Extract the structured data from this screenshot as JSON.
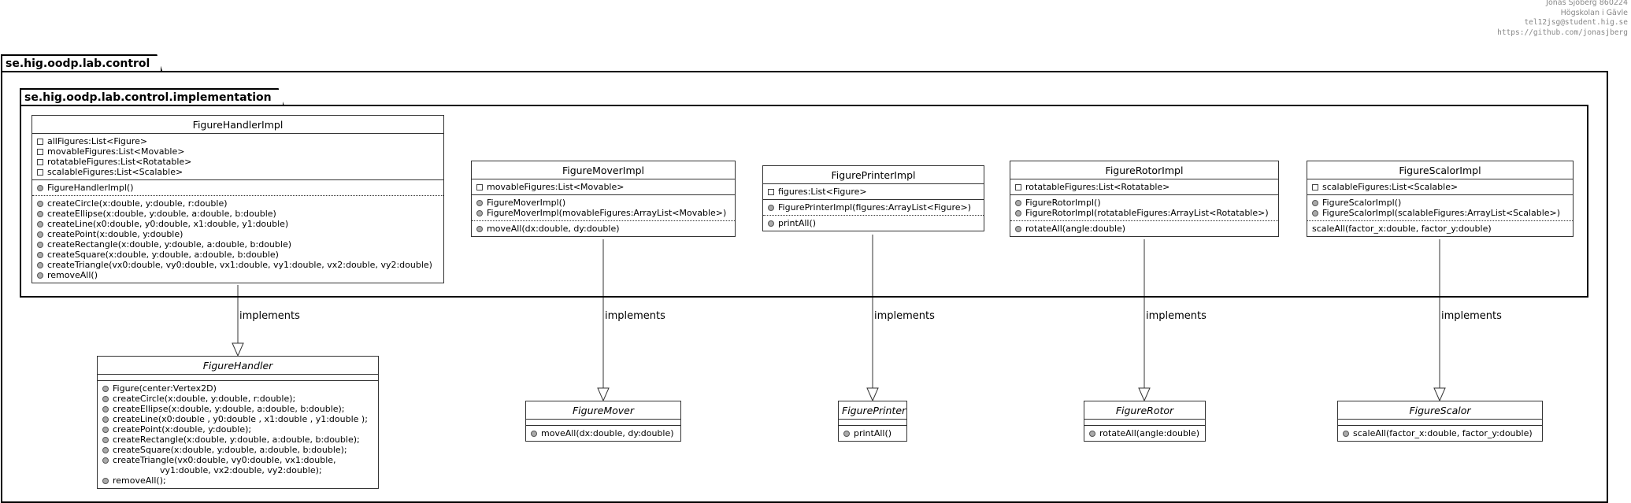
{
  "header": {
    "author": "Jonas Sjöberg 860224",
    "school": "Högskolan i Gävle",
    "email": "tel12jsg@student.hig.se",
    "url": "https://github.com/jonasjberg"
  },
  "packages": {
    "outer": "se.hig.oodp.lab.control",
    "inner": "se.hig.oodp.lab.control.implementation"
  },
  "relation_label": "implements",
  "classes": {
    "handler_impl": {
      "name": "FigureHandlerImpl",
      "fields": [
        "allFigures:List<Figure>",
        "movableFigures:List<Movable>",
        "rotatableFigures:List<Rotatable>",
        "scalableFigures:List<Scalable>"
      ],
      "constructors": [
        "FigureHandlerImpl()"
      ],
      "methods": [
        "createCircle(x:double, y:double, r:double)",
        "createEllipse(x:double, y:double, a:double, b:double)",
        "createLine(x0:double, y0:double, x1:double, y1:double)",
        "createPoint(x:double, y:double)",
        "createRectangle(x:double, y:double, a:double, b:double)",
        "createSquare(x:double, y:double, a:double, b:double)",
        "createTriangle(vx0:double, vy0:double, vx1:double, vy1:double, vx2:double, vy2:double)",
        "removeAll()"
      ]
    },
    "mover_impl": {
      "name": "FigureMoverImpl",
      "fields": [
        "movableFigures:List<Movable>"
      ],
      "constructors": [
        "FigureMoverImpl()",
        "FigureMoverImpl(movableFigures:ArrayList<Movable>)"
      ],
      "methods": [
        "moveAll(dx:double, dy:double)"
      ]
    },
    "printer_impl": {
      "name": "FigurePrinterImpl",
      "fields": [
        "figures:List<Figure>"
      ],
      "constructors": [
        "FigurePrinterImpl(figures:ArrayList<Figure>)"
      ],
      "methods": [
        "printAll()"
      ]
    },
    "rotor_impl": {
      "name": "FigureRotorImpl",
      "fields": [
        "rotatableFigures:List<Rotatable>"
      ],
      "constructors": [
        "FigureRotorImpl()",
        "FigureRotorImpl(rotatableFigures:ArrayList<Rotatable>)"
      ],
      "methods": [
        "rotateAll(angle:double)"
      ]
    },
    "scalor_impl": {
      "name": "FigureScalorImpl",
      "fields": [
        "scalableFigures:List<Scalable>"
      ],
      "constructors": [
        "FigureScalorImpl()",
        "FigureScalorImpl(scalableFigures:ArrayList<Scalable>)"
      ],
      "methods": [
        "scaleAll(factor_x:double, factor_y:double)"
      ]
    },
    "handler": {
      "name": "FigureHandler",
      "methods": [
        "Figure(center:Vertex2D)",
        "createCircle(x:double, y:double, r:double);",
        "createEllipse(x:double, y:double, a:double, b:double);",
        "createLine(x0:double , y0:double , x1:double , y1:double );",
        "createPoint(x:double, y:double);",
        "createRectangle(x:double, y:double, a:double, b:double);",
        "createSquare(x:double, y:double, a:double, b:double);",
        "createTriangle(vx0:double, vy0:double, vx1:double,"
      ],
      "method_continuation": "vy1:double, vx2:double, vy2:double);",
      "last_method": "removeAll();"
    },
    "mover": {
      "name": "FigureMover",
      "methods": [
        "moveAll(dx:double, dy:double)"
      ]
    },
    "printer": {
      "name": "FigurePrinter",
      "methods": [
        "printAll()"
      ]
    },
    "rotor": {
      "name": "FigureRotor",
      "methods": [
        "rotateAll(angle:double)"
      ]
    },
    "scalor": {
      "name": "FigureScalor",
      "methods": [
        "scaleAll(factor_x:double, factor_y:double)"
      ]
    }
  }
}
